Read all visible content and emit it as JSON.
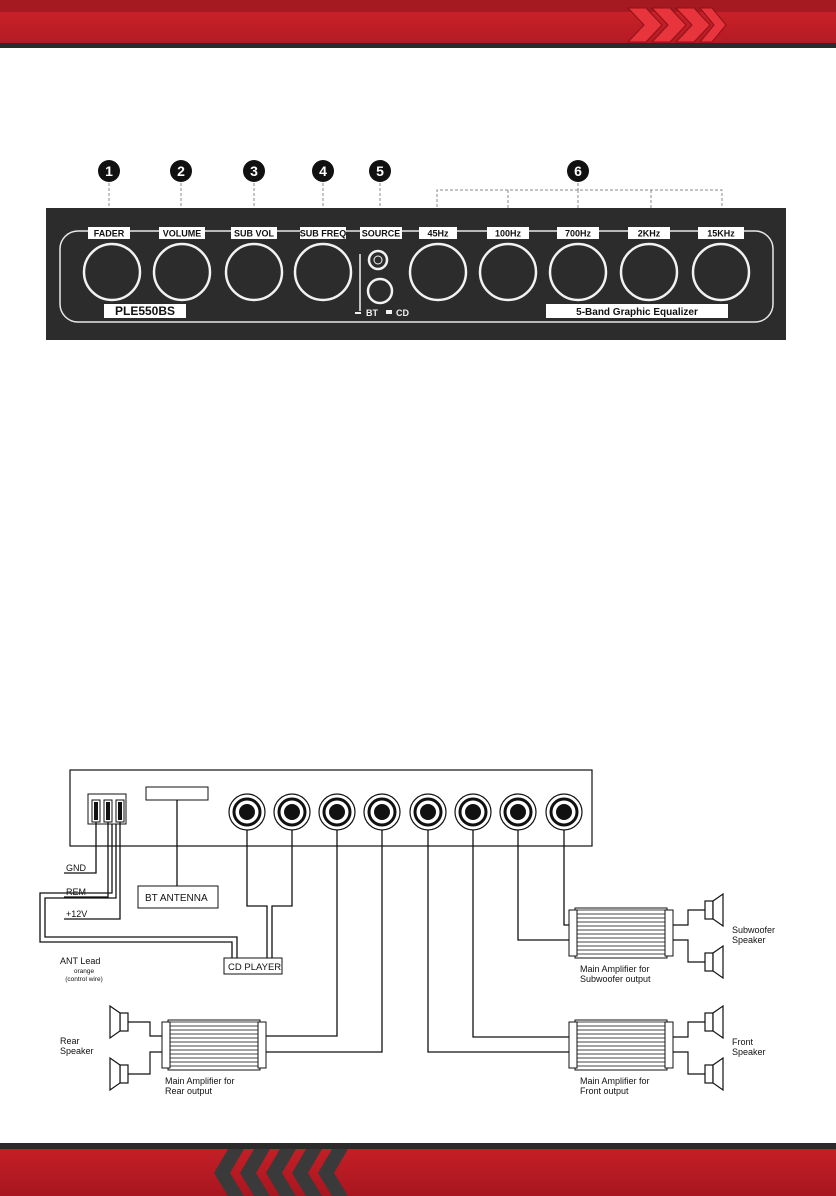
{
  "front_panel": {
    "callouts": [
      "1",
      "2",
      "3",
      "4",
      "5",
      "6"
    ],
    "knob_labels": [
      "FADER",
      "VOLUME",
      "SUB VOL",
      "SUB FREQ",
      "SOURCE",
      "45Hz",
      "100Hz",
      "700Hz",
      "2KHz",
      "15KHz"
    ],
    "model": "PLE550BS",
    "eq_label": "5-Band Graphic Equalizer",
    "switch_left": "BT",
    "switch_right": "CD"
  },
  "wiring": {
    "gnd": "GND",
    "rem": "REM",
    "plus12": "+12V",
    "ant_lead": "ANT Lead",
    "ant_color": "orange",
    "ant_note": "(control wire)",
    "bt_antenna": "BT ANTENNA",
    "cd_player": "CD PLAYER",
    "rear_speaker_1": "Rear",
    "rear_speaker_2": "Speaker",
    "rear_amp_1": "Main Amplifier for",
    "rear_amp_2": "Rear output",
    "sub_amp_1": "Main Amplifier for",
    "sub_amp_2": "Subwoofer output",
    "sub_speaker_1": "Subwoofer",
    "sub_speaker_2": "Speaker",
    "front_amp_1": "Main Amplifier for",
    "front_amp_2": "Front output",
    "front_speaker_1": "Front",
    "front_speaker_2": "Speaker"
  }
}
